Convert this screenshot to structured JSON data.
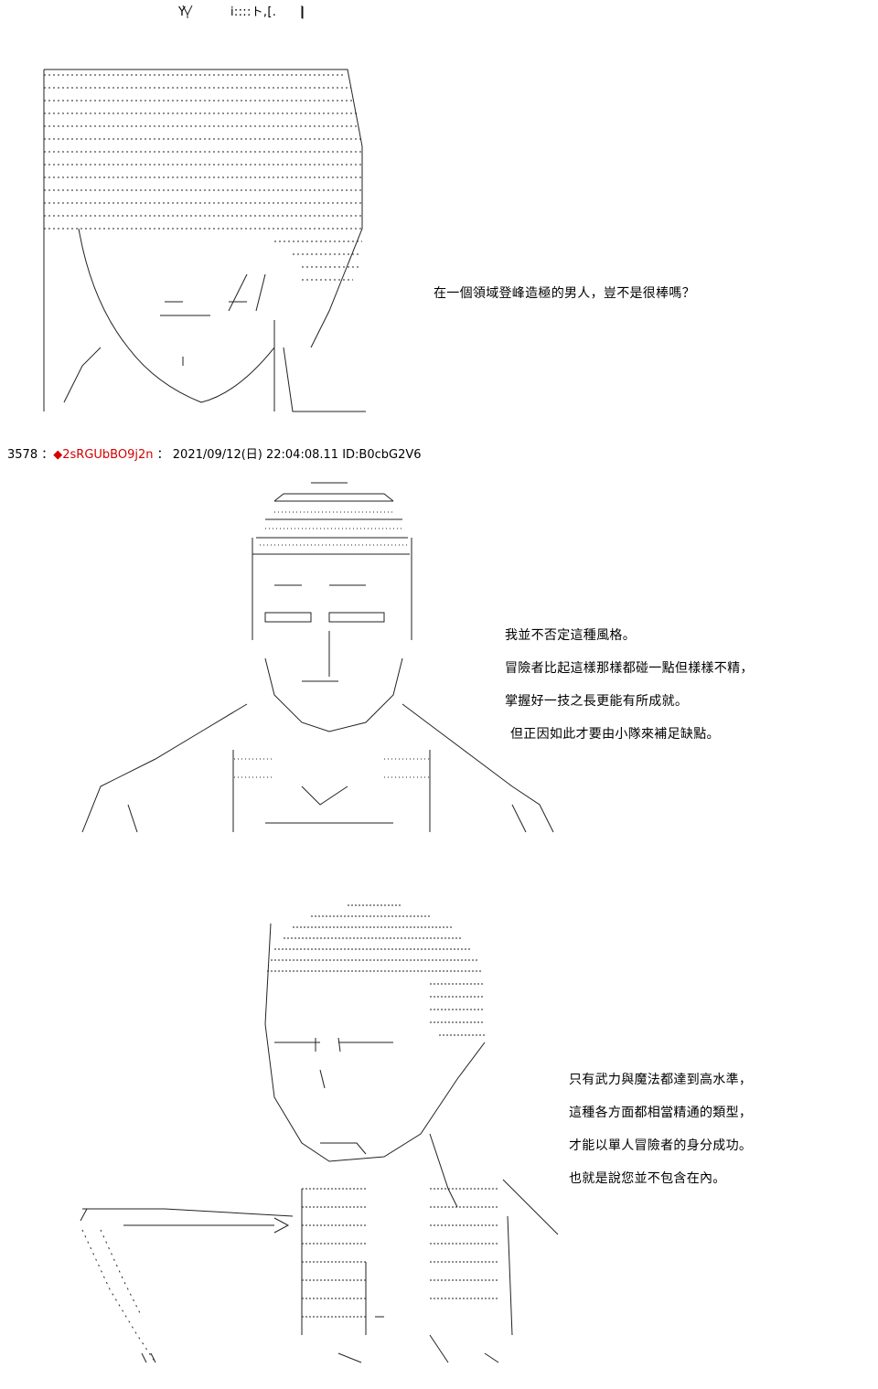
{
  "panel1": {
    "top_fragment": "Y           i::::ト,[.      |",
    "line": "在一個領域登峰造極的男人，豈不是很棒嗎？"
  },
  "post_header": {
    "number": "3578",
    "sep": "：",
    "tripcode": "◆2sRGUbBO9j2n",
    "date": "2021/09/12(日) 22:04:08.11",
    "id": "ID:B0cbG2V6"
  },
  "panel2": {
    "lines": [
      "我並不否定這種風格。",
      "冒險者比起這樣那樣都碰一點但樣樣不精，",
      "掌握好一技之長更能有所成就。",
      "但正因如此才要由小隊來補足缺點。"
    ]
  },
  "panel3": {
    "lines": [
      "只有武力與魔法都達到高水準，",
      "這種各方面都相當精通的類型，",
      "才能以單人冒險者的身分成功。",
      "也就是說您並不包含在內。"
    ]
  }
}
